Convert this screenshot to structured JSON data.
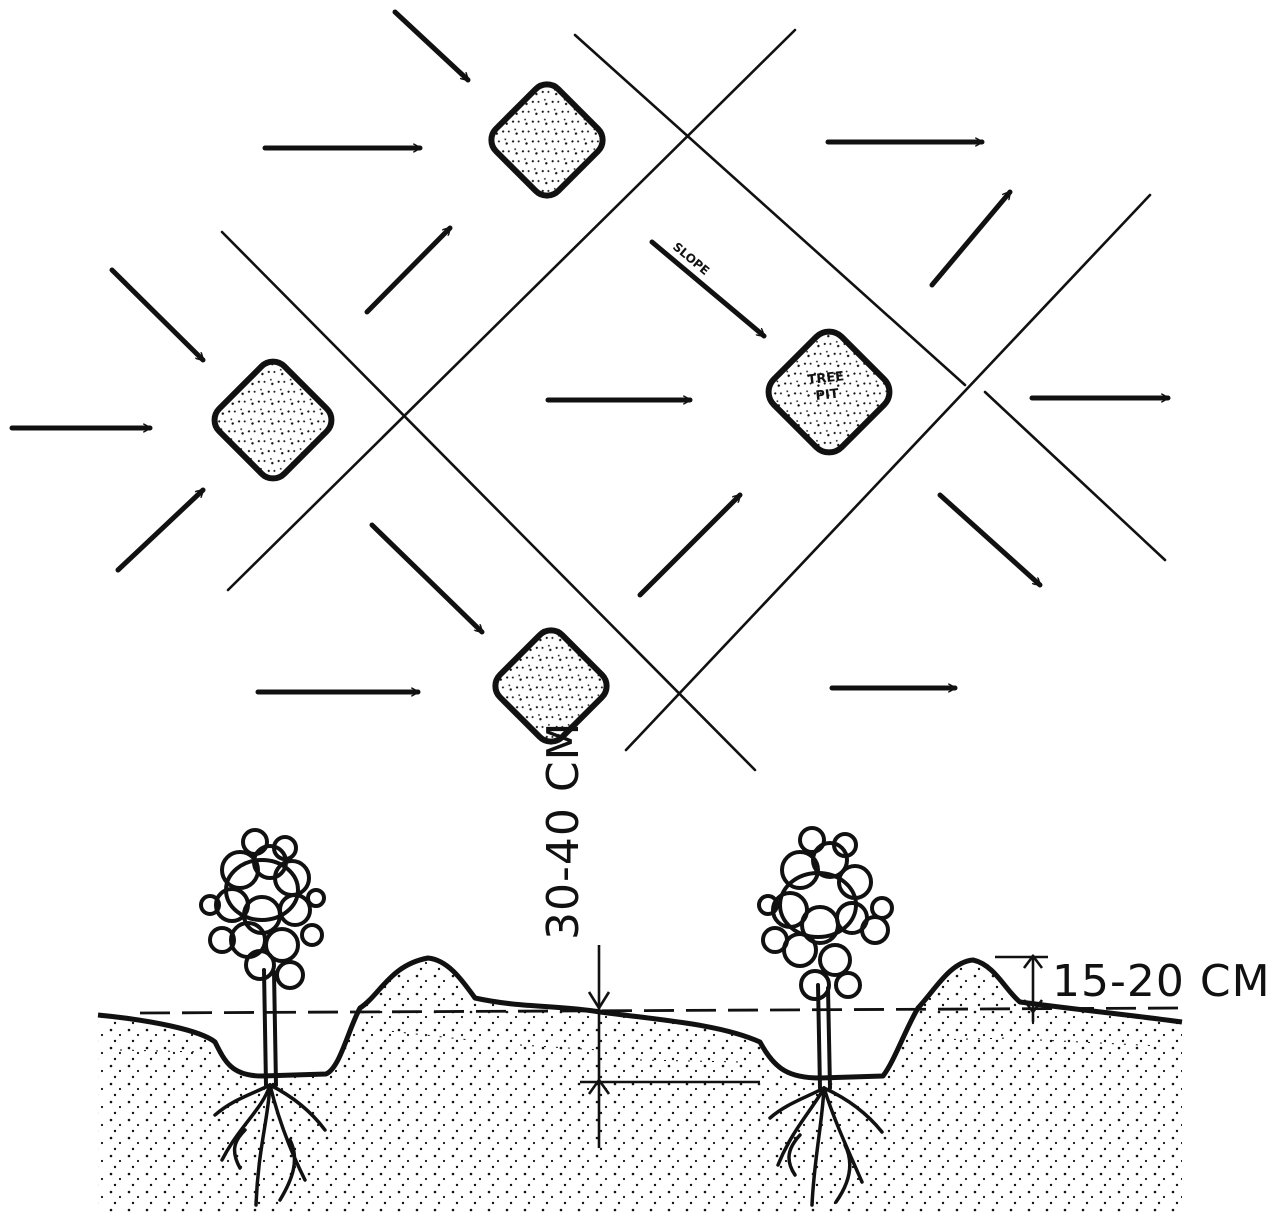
{
  "diagram": {
    "labels": {
      "slope": "SLOPE",
      "tree_pit_line1": "TREE",
      "tree_pit_line2": "PIT",
      "spacing": "30-40 CM",
      "height": "15-20 CM"
    },
    "colors": {
      "ink": "#111111",
      "paper": "#ffffff"
    }
  }
}
